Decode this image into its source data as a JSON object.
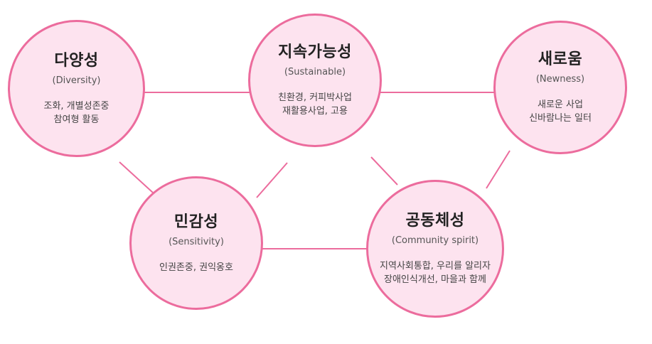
{
  "colors": {
    "circle_fill": "#fde3ef",
    "circle_stroke": "#ec6c9d",
    "connector": "#ec6c9d"
  },
  "nodes": {
    "diversity": {
      "title": "다양성",
      "subtitle": "(Diversity)",
      "desc": [
        "조화, 개별성존중",
        "참여형 활동"
      ]
    },
    "sustainable": {
      "title": "지속가능성",
      "subtitle": "(Sustainable)",
      "desc": [
        "친환경, 커피박사업",
        "재활용사업, 고용"
      ]
    },
    "newness": {
      "title": "새로움",
      "subtitle": "(Newness)",
      "desc": [
        "새로운 사업",
        "신바람나는 일터"
      ]
    },
    "sensitivity": {
      "title": "민감성",
      "subtitle": "(Sensitivity)",
      "desc": [
        "인권존중, 권익옹호"
      ]
    },
    "community": {
      "title": "공동체성",
      "subtitle": "(Community spirit)",
      "desc": [
        "지역사회통합, 우리를 알리자",
        "장애인식개선, 마을과 함께"
      ]
    }
  }
}
